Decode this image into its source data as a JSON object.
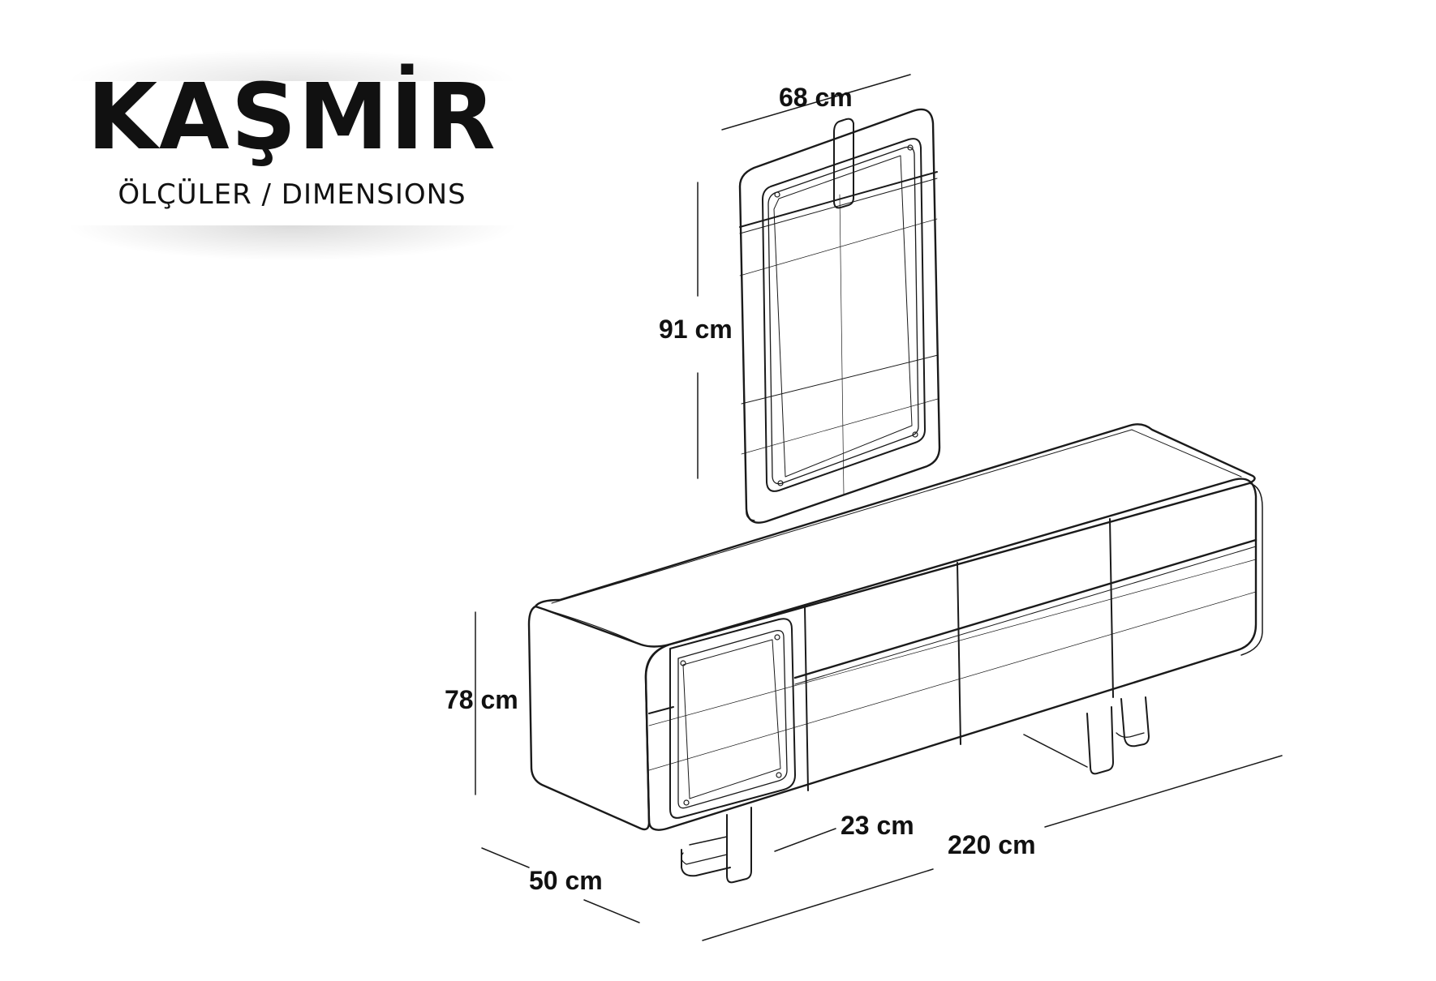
{
  "header": {
    "title": "KAŞMİR",
    "subtitle": "ÖLÇÜLER / DIMENSIONS"
  },
  "mirror": {
    "width_label": "68 cm",
    "height_label": "91 cm"
  },
  "console": {
    "height_label": "78 cm",
    "depth_label": "50 cm",
    "leg_label": "23 cm",
    "width_label": "220 cm"
  },
  "colors": {
    "ink": "#111111",
    "line": "#1a1a1a",
    "background": "#ffffff"
  }
}
